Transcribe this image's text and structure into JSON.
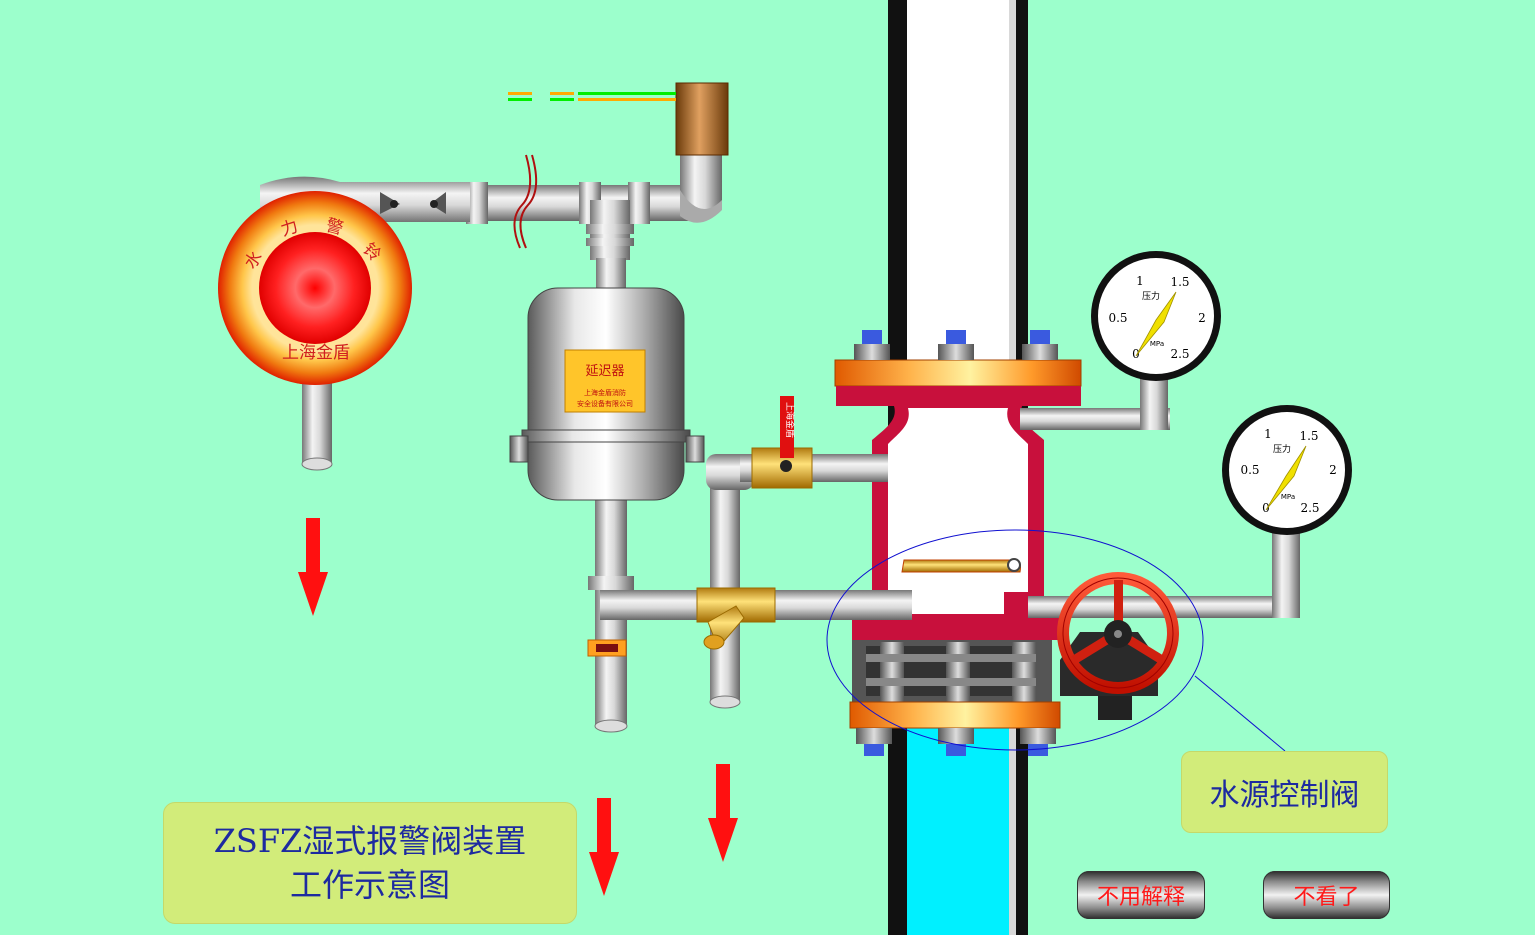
{
  "diagram": {
    "title_line1": "ZSFZ湿式报警阀装置",
    "title_line2": "工作示意图",
    "callout_label": "水源控制阀",
    "gong": {
      "text": [
        "水",
        "力",
        "警",
        "铃"
      ],
      "maker": "上海金盾"
    },
    "retard_chamber": {
      "label": "延迟器",
      "maker_line1": "上海金盾消防",
      "maker_line2": "安全设备有限公司"
    },
    "ball_valve_brand": "上海金盾",
    "gauges": [
      {
        "ticks": [
          "0",
          "0.5",
          "1",
          "1.5",
          "2",
          "2.5"
        ],
        "label": "压力",
        "unit": "MPa"
      },
      {
        "ticks": [
          "0",
          "0.5",
          "1",
          "1.5",
          "2",
          "2.5"
        ],
        "label": "压力",
        "unit": "MPa"
      }
    ]
  },
  "buttons": {
    "no_explain": "不用解释",
    "no_watch": "不看了"
  },
  "colors": {
    "background": "#9cffcc",
    "valve_body": "#c8103c",
    "flow_arrow": "#ff1010",
    "water": "#00f0ff",
    "label_box": "#d2ec7a",
    "label_text": "#1d2aa0"
  },
  "icons": [
    "down-arrow-icon",
    "pressure-gauge-icon",
    "hand-wheel-icon"
  ]
}
